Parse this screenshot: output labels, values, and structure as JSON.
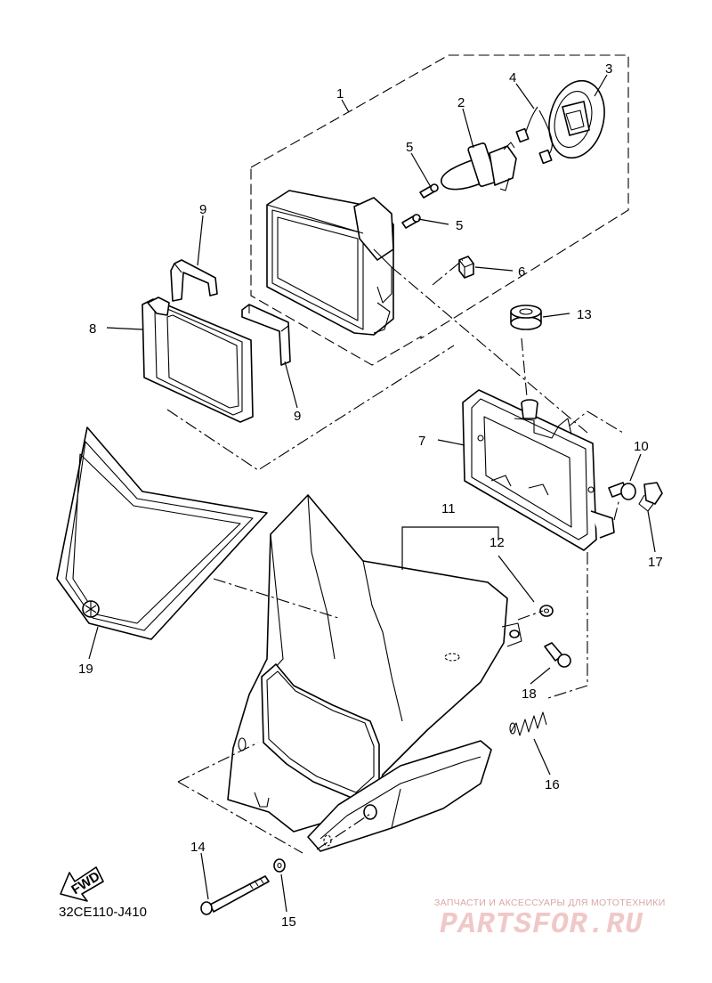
{
  "diagram": {
    "callouts": [
      "1",
      "2",
      "3",
      "4",
      "5",
      "5",
      "6",
      "7",
      "8",
      "9",
      "9",
      "10",
      "11",
      "12",
      "13",
      "14",
      "15",
      "16",
      "17",
      "18",
      "19"
    ],
    "fwd_label": "FWD",
    "drawing_code": "32CE110-J410"
  },
  "watermark": {
    "tagline": "ЗАПЧАСТИ И АКСЕССУАРЫ ДЛЯ МОТОТЕХНИКИ",
    "logo": "PARTSFOR.RU"
  }
}
